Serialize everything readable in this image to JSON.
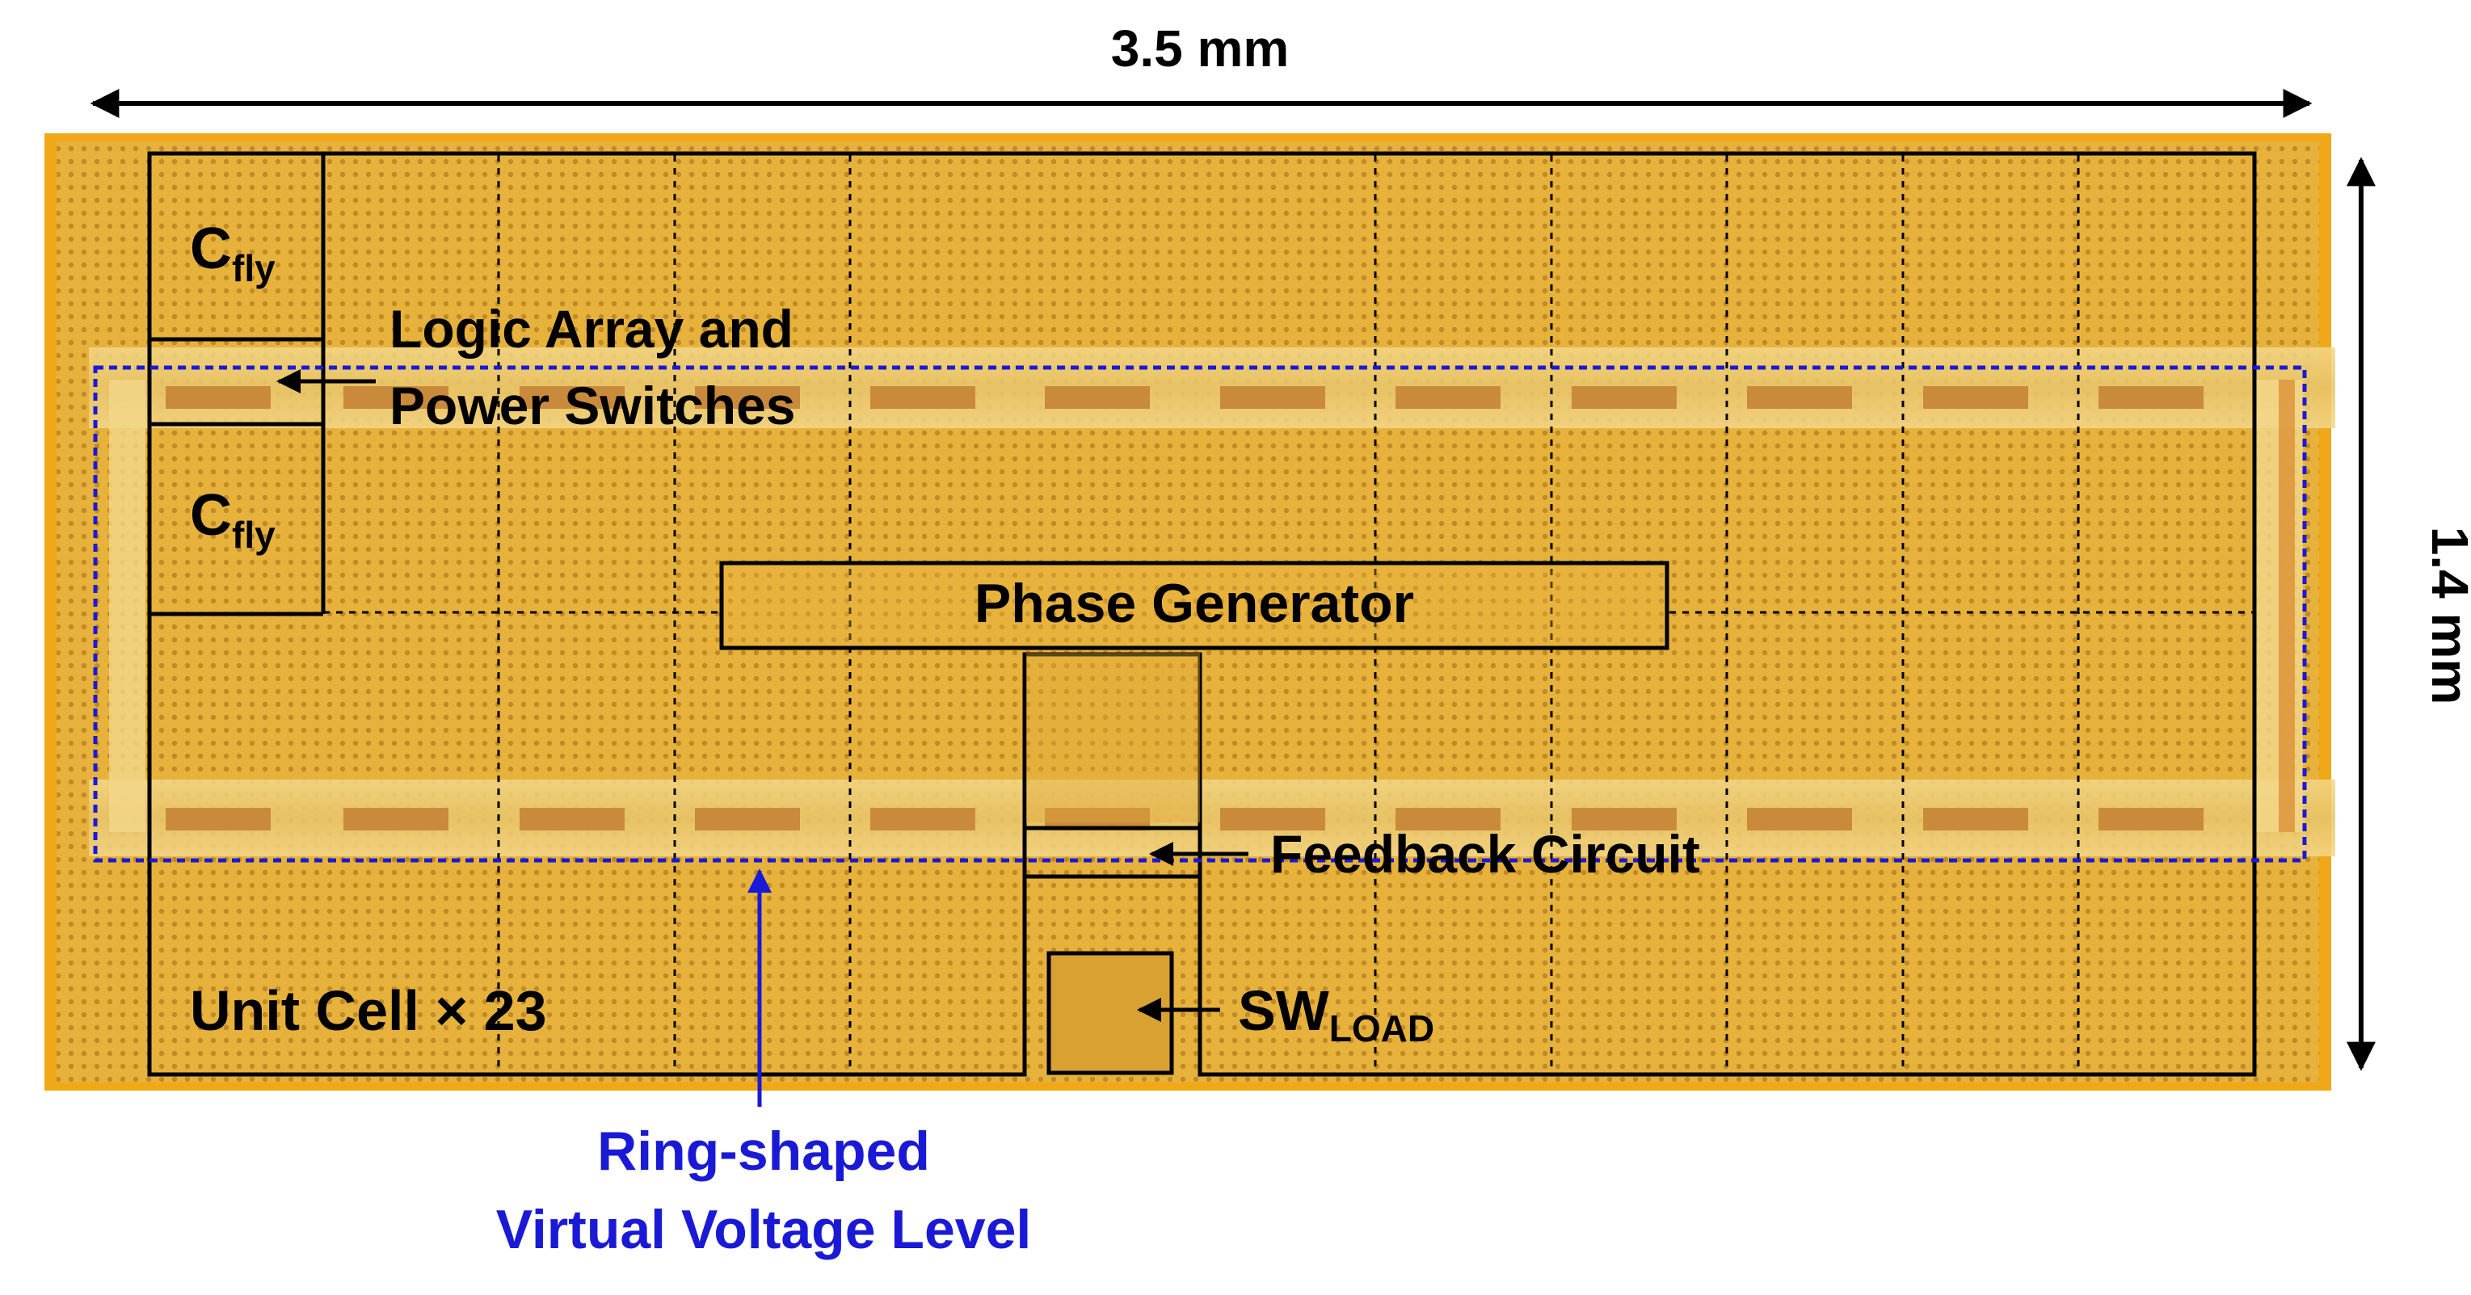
{
  "dimensions": {
    "width_label": "3.5 mm",
    "height_label": "1.4 mm"
  },
  "blocks": {
    "cfly_main": "C",
    "cfly_sub": "fly",
    "logic_array_line1": "Logic Array and",
    "logic_array_line2": "Power Switches",
    "phase_generator": "Phase Generator",
    "feedback_circuit": "Feedback Circuit",
    "sw_load_main": "SW",
    "sw_load_sub": "LOAD",
    "unit_cell": "Unit Cell × 23"
  },
  "ring_label": {
    "line1": "Ring-shaped",
    "line2": "Virtual Voltage Level"
  },
  "colors": {
    "chip_gold": "#e9b43a",
    "chip_edge": "#f0a818",
    "outline": "#000000",
    "ring_blue": "#1a1ad6",
    "band": "#c98a3c"
  }
}
